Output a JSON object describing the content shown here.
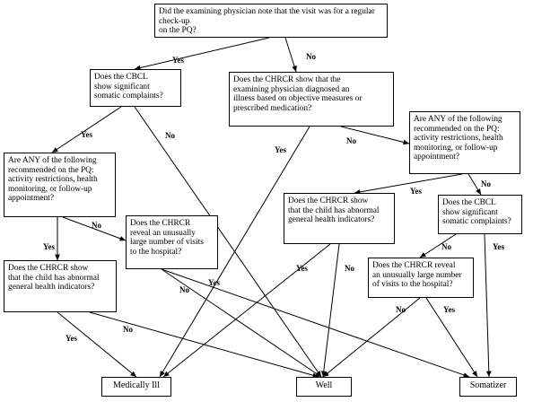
{
  "questions": {
    "q1": "Did the examining physician note that the visit was for a regular check-up\non the PQ?",
    "q2": "Does the CBCL\nshow significant\nsomatic complaints?",
    "q3": "Does the CHRCR show that the\nexamining physician diagnosed an\nillness based on objective measures or\nprescribed medication?",
    "q4": "Are ANY of the following\nrecommended on the PQ:\nactivity restrictions, health\nmonitoring, or follow-up\nappointment?",
    "q5": "Are ANY of the following\nrecommended on the PQ:\nactivity restrictions, health\nmonitoring, or follow-up\nappointment?",
    "q6": "Does the CHRCR show\nthat the child has abnormal\ngeneral health indicators?",
    "q7": "Does the CBCL\nshow significant\nsomatic complaints?",
    "q8": "Does the CHRCR\nreveal an unusually\nlarge number of visits\nto the hospital?",
    "q9": "Does the CHRCR show\nthat the child has abnormal\ngeneral health indicators?",
    "q10": "Does the CHRCR reveal\nan unusually large number\nof visits to the hospital?"
  },
  "outcomes": {
    "medically_ill": "Medically Ill",
    "well": "Well",
    "somatizer": "Somatizer"
  },
  "branch_labels": {
    "yes": "Yes",
    "no": "No"
  }
}
